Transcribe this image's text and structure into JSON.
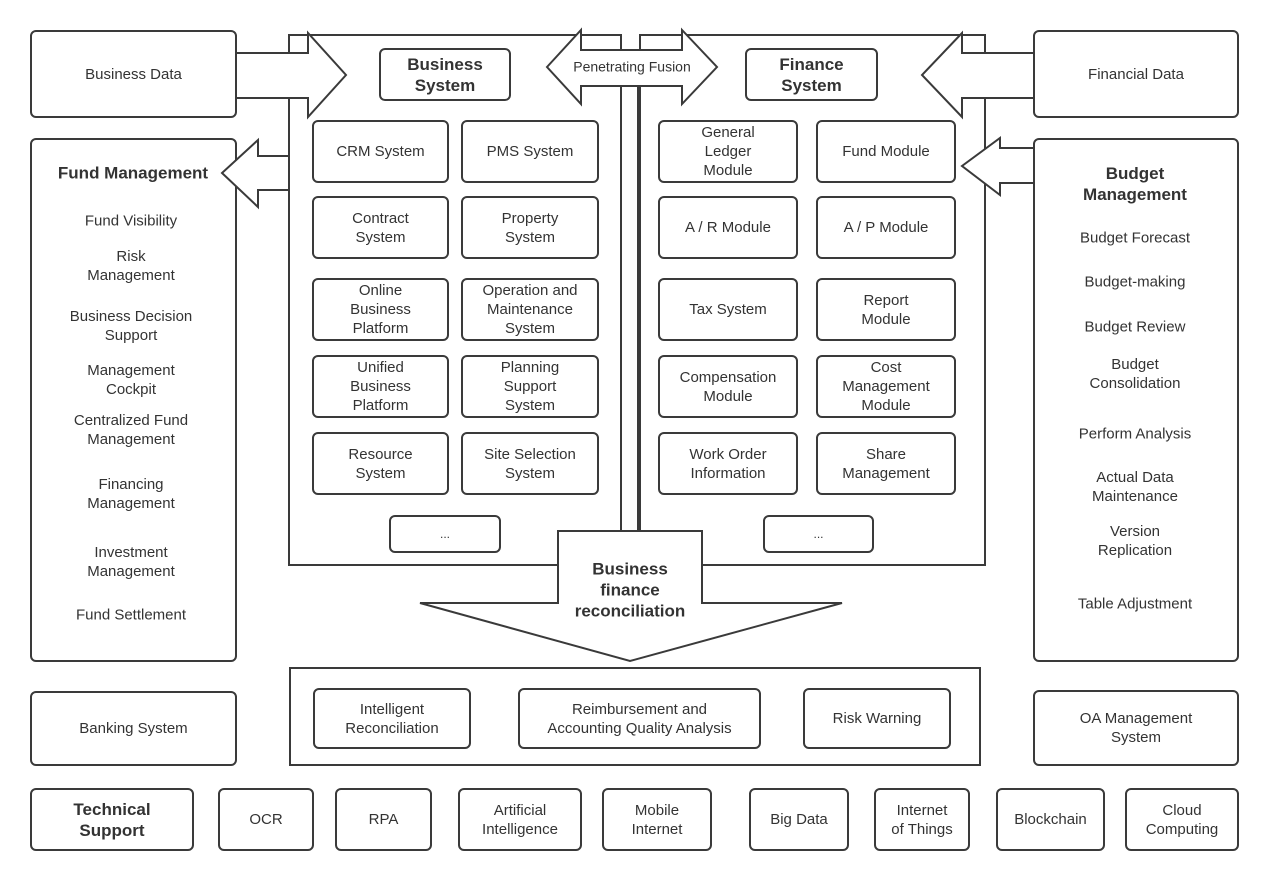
{
  "business_data": "Business Data",
  "financial_data": "Financial Data",
  "business_system_title": "Business\nSystem",
  "finance_system_title": "Finance\nSystem",
  "penetrating_fusion": "Penetrating Fusion",
  "business_systems": [
    "CRM System",
    "PMS System",
    "Contract\nSystem",
    "Property\nSystem",
    "Online\nBusiness\nPlatform",
    "Operation and\nMaintenance\nSystem",
    "Unified\nBusiness\nPlatform",
    "Planning\nSupport\nSystem",
    "Resource\nSystem",
    "Site Selection\nSystem",
    "..."
  ],
  "finance_modules": [
    "General\nLedger\nModule",
    "Fund Module",
    "A / R Module",
    "A / P Module",
    "Tax System",
    "Report\nModule",
    "Compensation\nModule",
    "Cost\nManagement\nModule",
    "Work Order\nInformation",
    "Share\nManagement",
    "..."
  ],
  "fund_management": {
    "title": "Fund Management",
    "items": [
      "Fund Visibility",
      "Risk\nManagement",
      "Business Decision\nSupport",
      "Management\nCockpit",
      "Centralized Fund\nManagement",
      "Financing\nManagement",
      "Investment\nManagement",
      "Fund Settlement"
    ]
  },
  "budget_management": {
    "title": "Budget\nManagement",
    "items": [
      "Budget Forecast",
      "Budget-making",
      "Budget Review",
      "Budget\nConsolidation",
      "Perform Analysis",
      "Actual Data\nMaintenance",
      "Version\nReplication",
      "Table Adjustment"
    ]
  },
  "reconciliation": "Business\nfinance\nreconciliation",
  "reconciliation_items": [
    "Intelligent\nReconciliation",
    "Reimbursement and\nAccounting Quality Analysis",
    "Risk Warning"
  ],
  "banking_system": "Banking System",
  "oa_system": "OA Management\nSystem",
  "technical_support": {
    "title": "Technical\nSupport",
    "items": [
      "OCR",
      "RPA",
      "Artificial\nIntelligence",
      "Mobile\nInternet",
      "Big Data",
      "Internet\nof Things",
      "Blockchain",
      "Cloud\nComputing"
    ]
  }
}
